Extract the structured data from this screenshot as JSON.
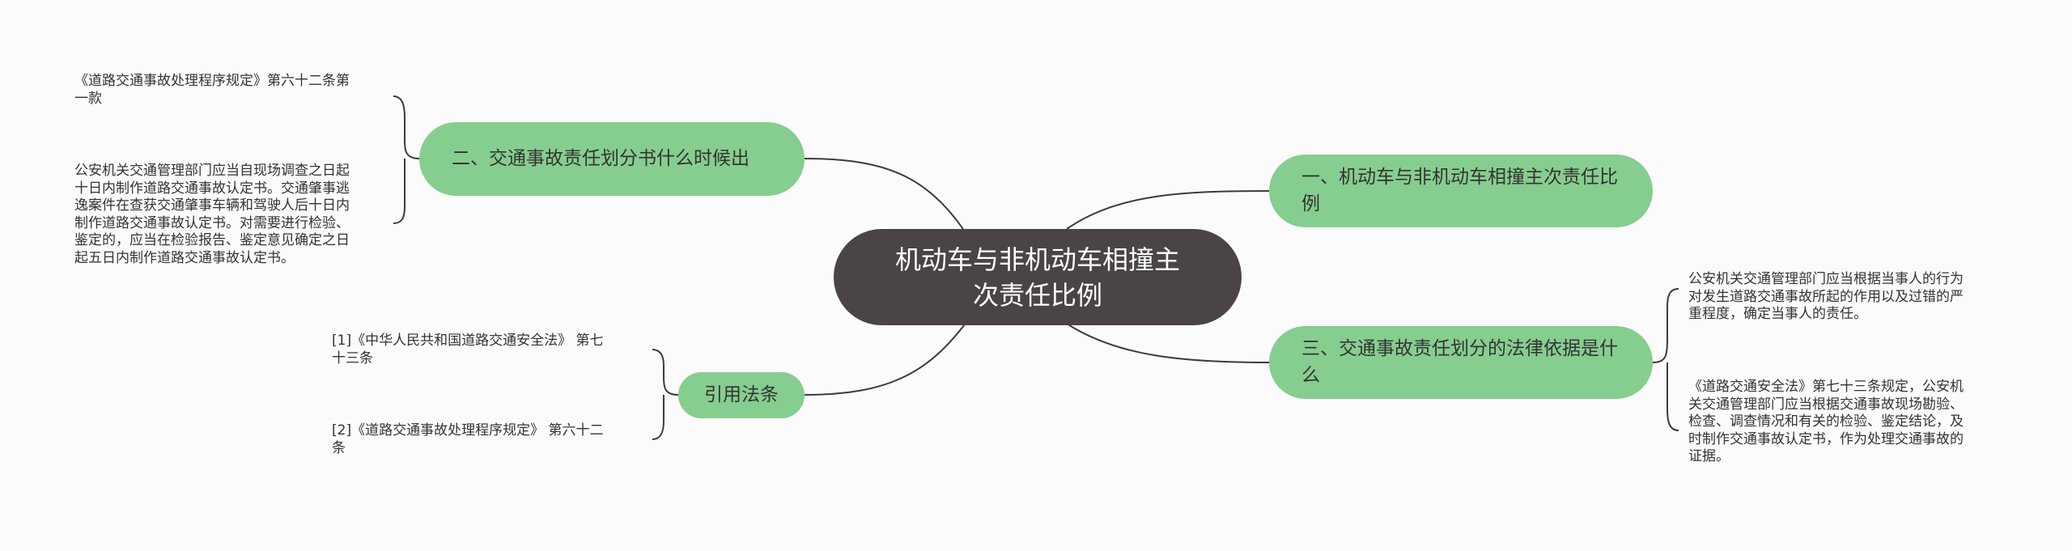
{
  "root": {
    "label": "机动车与非机动车相撞主次责任比例"
  },
  "branches": [
    {
      "label": "一、机动车与非机动车相撞主次责任比例"
    },
    {
      "label": "二、交通事故责任划分书什么时候出",
      "leaves": [
        "《道路交通事故处理程序规定》第六十二条第\n一款",
        "公安机关交通管理部门应当自现场调查之日起\n十日内制作道路交通事故认定书。交通肇事逃\n逸案件在查获交通肇事车辆和驾驶人后十日内\n制作道路交通事故认定书。对需要进行检验、\n鉴定的，应当在检验报告、鉴定意见确定之日\n起五日内制作道路交通事故认定书。"
      ]
    },
    {
      "label": "三、交通事故责任划分的法律依据是什么",
      "leaves": [
        "公安机关交通管理部门应当根据当事人的行为\n对发生道路交通事故所起的作用以及过错的严\n重程度，确定当事人的责任。",
        "《道路交通安全法》第七十三条规定，公安机\n关交通管理部门应当根据交通事故现场勘验、\n检查、调查情况和有关的检验、鉴定结论，及\n时制作交通事故认定书，作为处理交通事故的\n证据。"
      ]
    },
    {
      "label": "引用法条",
      "leaves": [
        "[1]《中华人民共和国道路交通安全法》 第七\n十三条",
        "[2]《道路交通事故处理程序规定》 第六十二\n条"
      ]
    }
  ],
  "colors": {
    "root_fill": "#4a4444",
    "branch_fill": "#86ce8f",
    "line": "#3c3c3c"
  }
}
